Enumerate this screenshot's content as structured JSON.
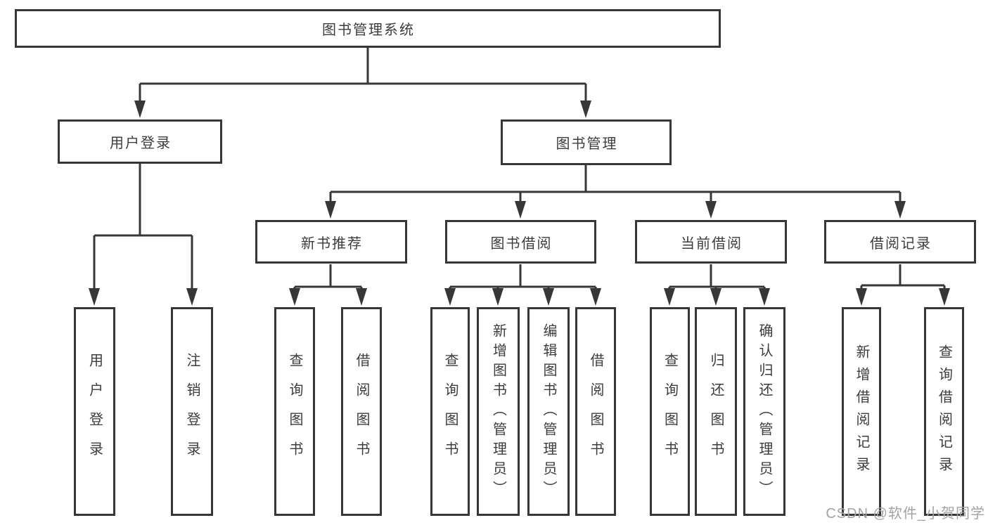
{
  "tree": {
    "root": {
      "label": "图书管理系统",
      "children": [
        {
          "label": "用户登录",
          "children": [
            {
              "label": "用户登录"
            },
            {
              "label": "注销登录"
            }
          ]
        },
        {
          "label": "图书管理",
          "children": [
            {
              "label": "新书推荐",
              "children": [
                {
                  "label": "查询图书"
                },
                {
                  "label": "借阅图书"
                }
              ]
            },
            {
              "label": "图书借阅",
              "children": [
                {
                  "label": "查询图书"
                },
                {
                  "label": "新增图书（管理员）"
                },
                {
                  "label": "编辑图书（管理员）"
                },
                {
                  "label": "借阅图书"
                }
              ]
            },
            {
              "label": "当前借阅",
              "children": [
                {
                  "label": "查询图书"
                },
                {
                  "label": "归还图书"
                },
                {
                  "label": "确认归还（管理员）"
                }
              ]
            },
            {
              "label": "借阅记录",
              "children": [
                {
                  "label": "新增借阅记录"
                },
                {
                  "label": "查询借阅记录"
                }
              ]
            }
          ]
        }
      ]
    }
  },
  "watermark": {
    "text": "CSDN @软件_小贺同学"
  },
  "colors": {
    "line": "#373737",
    "text": "#3c3c3c",
    "watermark": "#a3a3a3",
    "background": "#ffffff"
  }
}
